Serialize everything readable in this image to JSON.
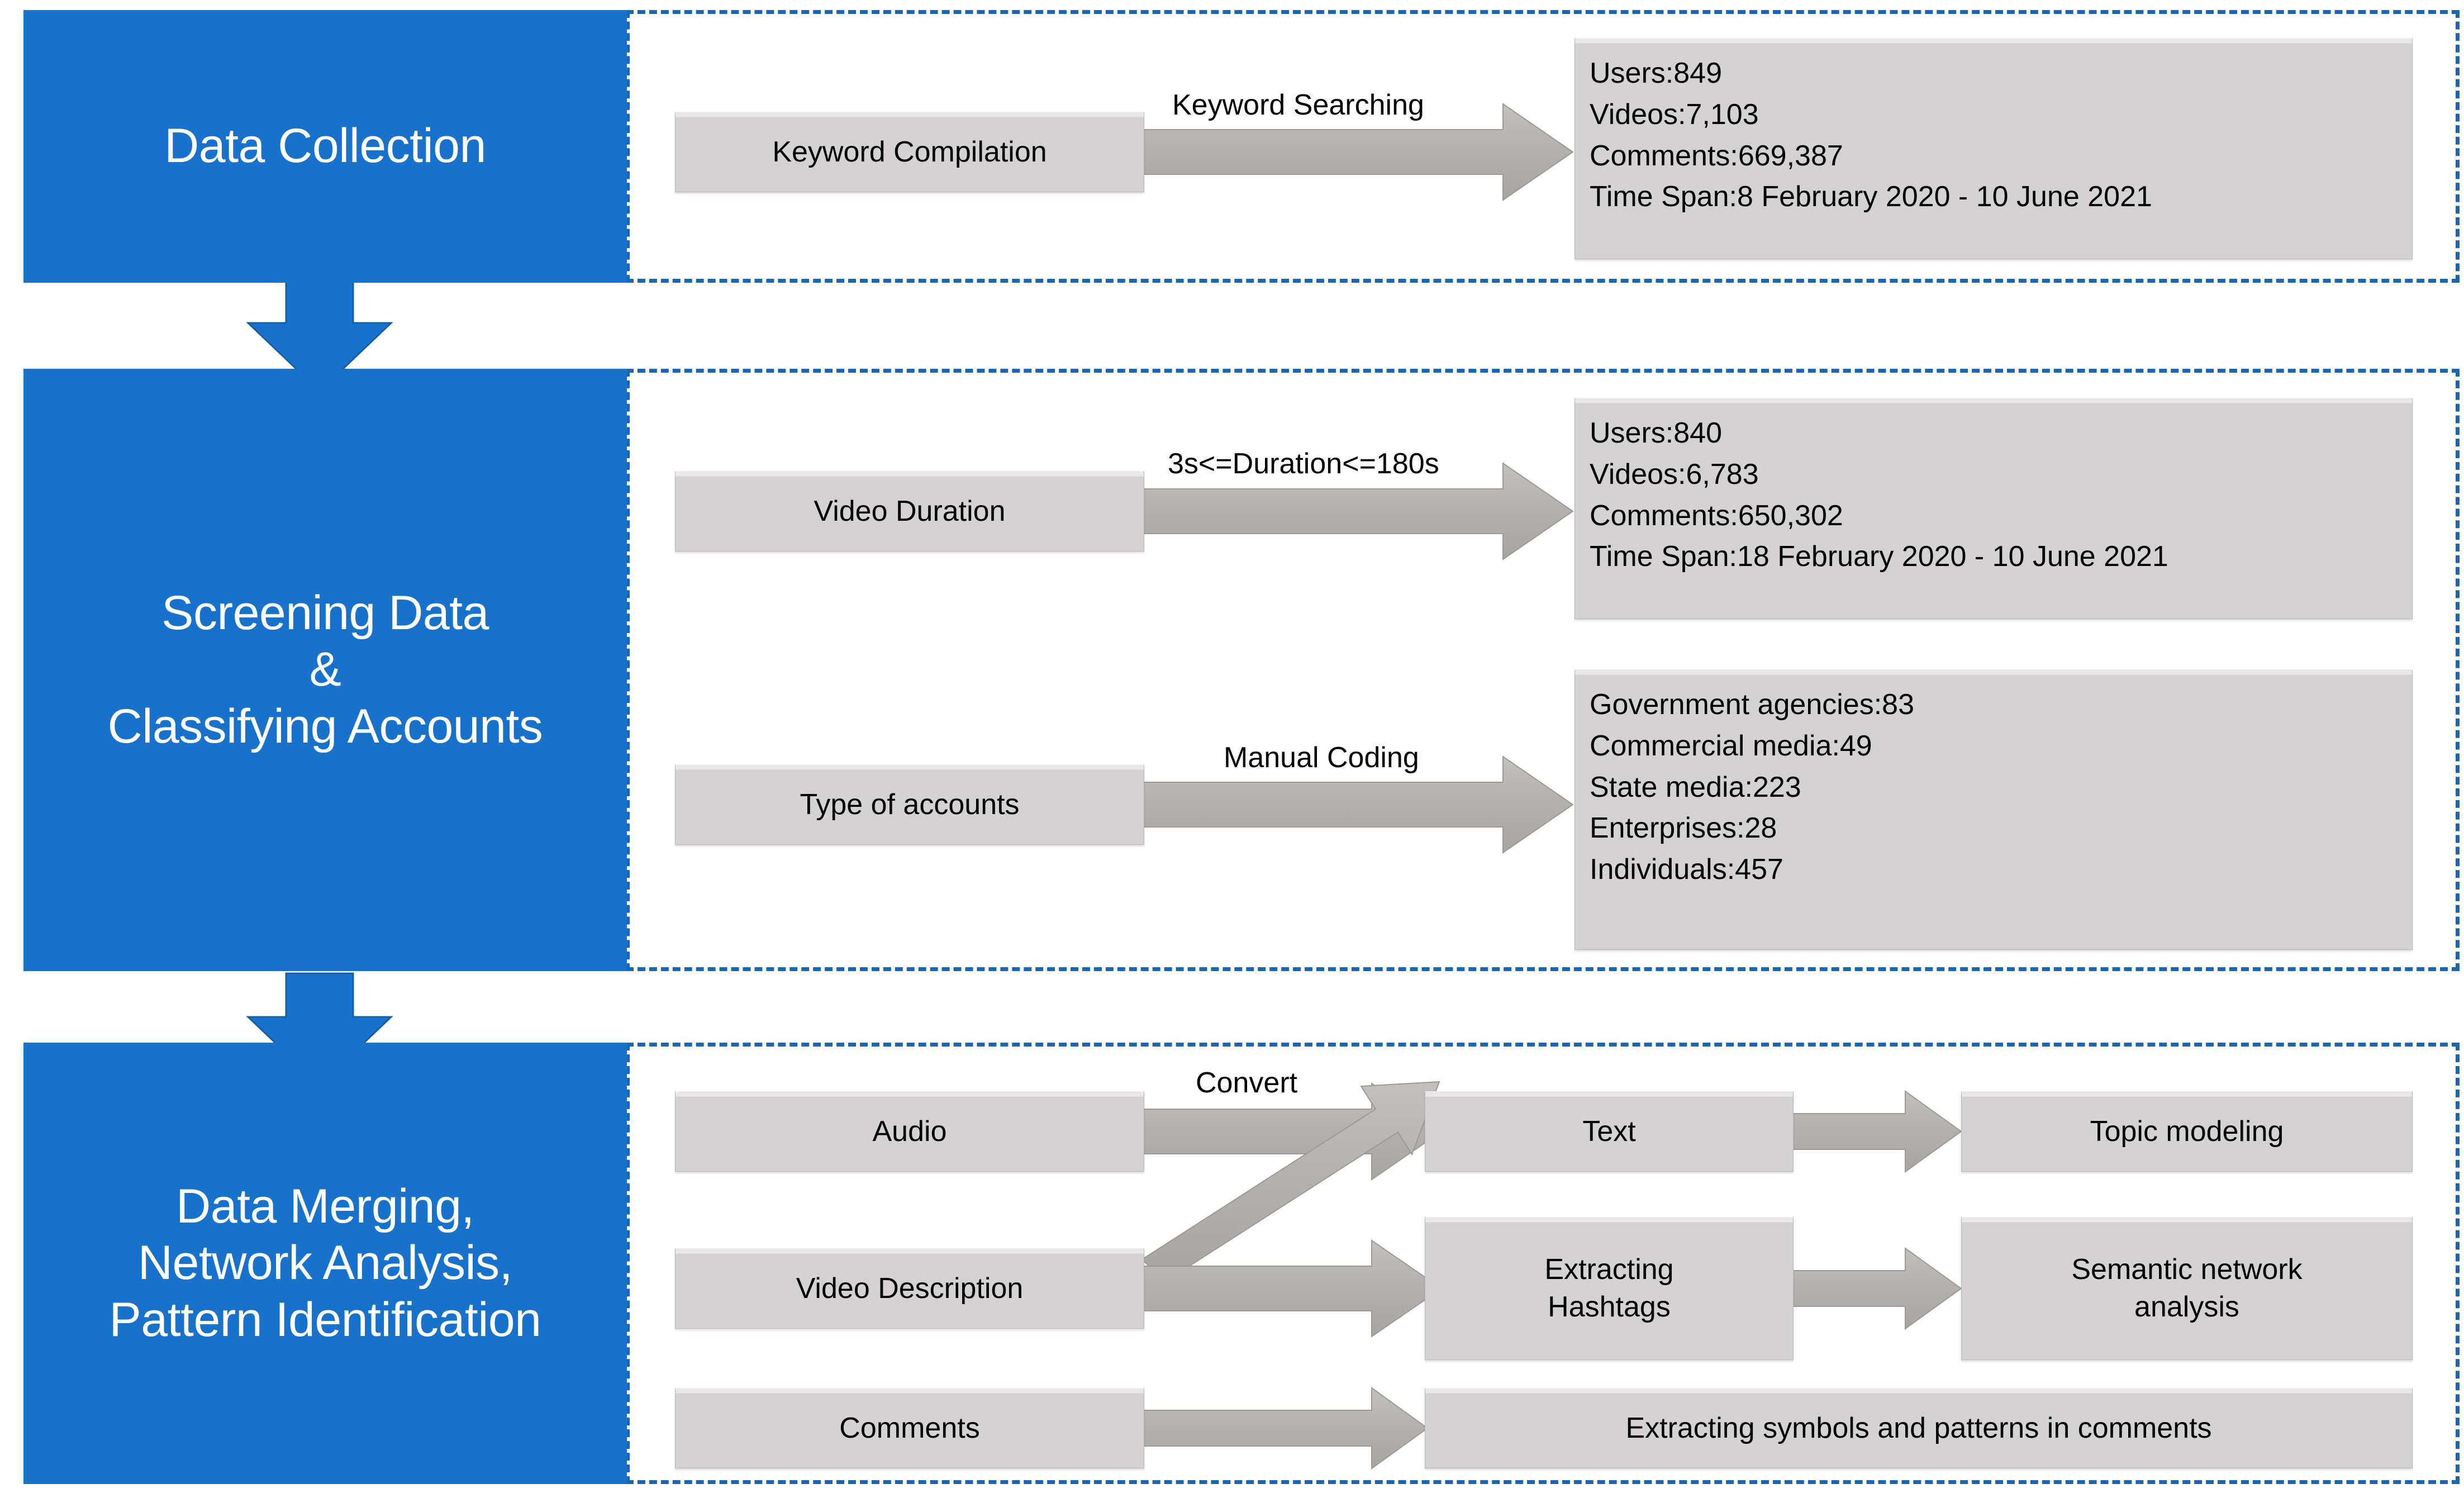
{
  "colors": {
    "stage_blue": "#1872CC",
    "dash_blue": "#1a66b5",
    "box_gray": "#d4d2d2",
    "arrow_gray": "#b3b0ae",
    "text_black": "#000000",
    "panel_text_white": "#ffffff"
  },
  "stages": [
    {
      "id": "data-collection",
      "label": "Data Collection",
      "steps": [
        {
          "id": "keyword-compilation",
          "label": "Keyword Compilation"
        }
      ],
      "edges": [
        {
          "id": "keyword-searching",
          "label": "Keyword Searching",
          "from": "keyword-compilation",
          "to": "collection-stats"
        }
      ],
      "results": [
        {
          "id": "collection-stats",
          "lines": [
            "Users:849",
            "Videos:7,103",
            "Comments:669,387",
            "Time Span:8 February 2020 - 10 June 2021"
          ]
        }
      ]
    },
    {
      "id": "screening-classifying",
      "label": "Screening Data\n&\nClassifying Accounts",
      "steps": [
        {
          "id": "video-duration",
          "label": "Video Duration"
        },
        {
          "id": "type-of-accounts",
          "label": "Type of accounts"
        }
      ],
      "edges": [
        {
          "id": "duration-filter",
          "label": "3s<=Duration<=180s",
          "from": "video-duration",
          "to": "screening-stats"
        },
        {
          "id": "manual-coding",
          "label": "Manual Coding",
          "from": "type-of-accounts",
          "to": "account-type-stats"
        }
      ],
      "results": [
        {
          "id": "screening-stats",
          "lines": [
            "Users:840",
            "Videos:6,783",
            "Comments:650,302",
            "Time Span:18 February 2020 - 10 June 2021"
          ]
        },
        {
          "id": "account-type-stats",
          "lines": [
            "Government agencies:83",
            "Commercial media:49",
            "State media:223",
            "Enterprises:28",
            "Individuals:457"
          ]
        }
      ]
    },
    {
      "id": "merging-analysis",
      "label": "Data Merging,\nNetwork Analysis,\nPattern Identification",
      "steps": [
        {
          "id": "audio",
          "label": "Audio"
        },
        {
          "id": "video-description",
          "label": "Video Description"
        },
        {
          "id": "comments",
          "label": "Comments"
        },
        {
          "id": "text",
          "label": "Text"
        },
        {
          "id": "extracting-hashtags",
          "label": "Extracting\nHashtags"
        },
        {
          "id": "topic-modeling",
          "label": "Topic modeling"
        },
        {
          "id": "semantic-network-analysis",
          "label": "Semantic network\nanalysis"
        },
        {
          "id": "extracting-symbols",
          "label": "Extracting symbols and patterns in comments"
        }
      ],
      "edges": [
        {
          "id": "convert",
          "label": "Convert",
          "from": "audio",
          "to": "text"
        },
        {
          "id": "desc-to-text",
          "label": "",
          "from": "video-description",
          "to": "text"
        },
        {
          "id": "desc-to-hashtags",
          "label": "",
          "from": "video-description",
          "to": "extracting-hashtags"
        },
        {
          "id": "text-to-topic",
          "label": "",
          "from": "text",
          "to": "topic-modeling"
        },
        {
          "id": "hashtags-to-semantic",
          "label": "",
          "from": "extracting-hashtags",
          "to": "semantic-network-analysis"
        },
        {
          "id": "comments-to-symbols",
          "label": "",
          "from": "comments",
          "to": "extracting-symbols"
        }
      ],
      "results": []
    }
  ],
  "stage_transitions": [
    {
      "id": "transition-1",
      "from": "data-collection",
      "to": "screening-classifying"
    },
    {
      "id": "transition-2",
      "from": "screening-classifying",
      "to": "merging-analysis"
    }
  ]
}
